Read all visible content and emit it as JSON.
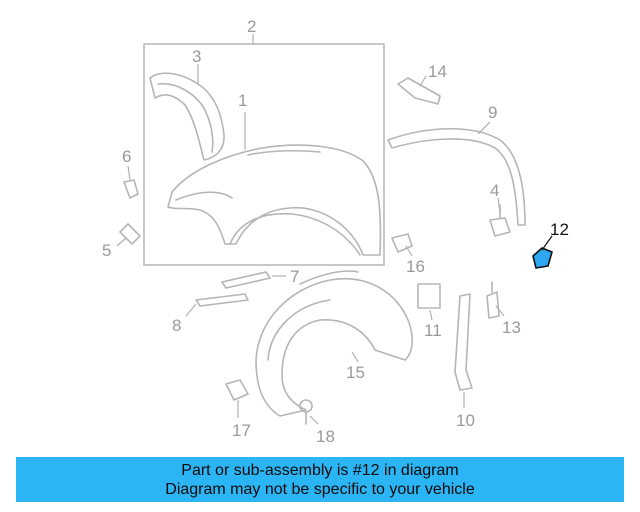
{
  "callouts": [
    "1",
    "2",
    "3",
    "4",
    "5",
    "6",
    "7",
    "8",
    "9",
    "10",
    "11",
    "12",
    "13",
    "14",
    "15",
    "16",
    "17",
    "18"
  ],
  "highlighted_part": "12",
  "banner": {
    "line1": "Part or sub-assembly is #12 in diagram",
    "line2": "Diagram may not be specific to your vehicle",
    "color": "#2cb5f5"
  },
  "colors": {
    "outline": "#b5b5b5",
    "label": "#9a9a9a",
    "highlight_label": "#111111",
    "highlight_part": "#2ea8f0"
  }
}
